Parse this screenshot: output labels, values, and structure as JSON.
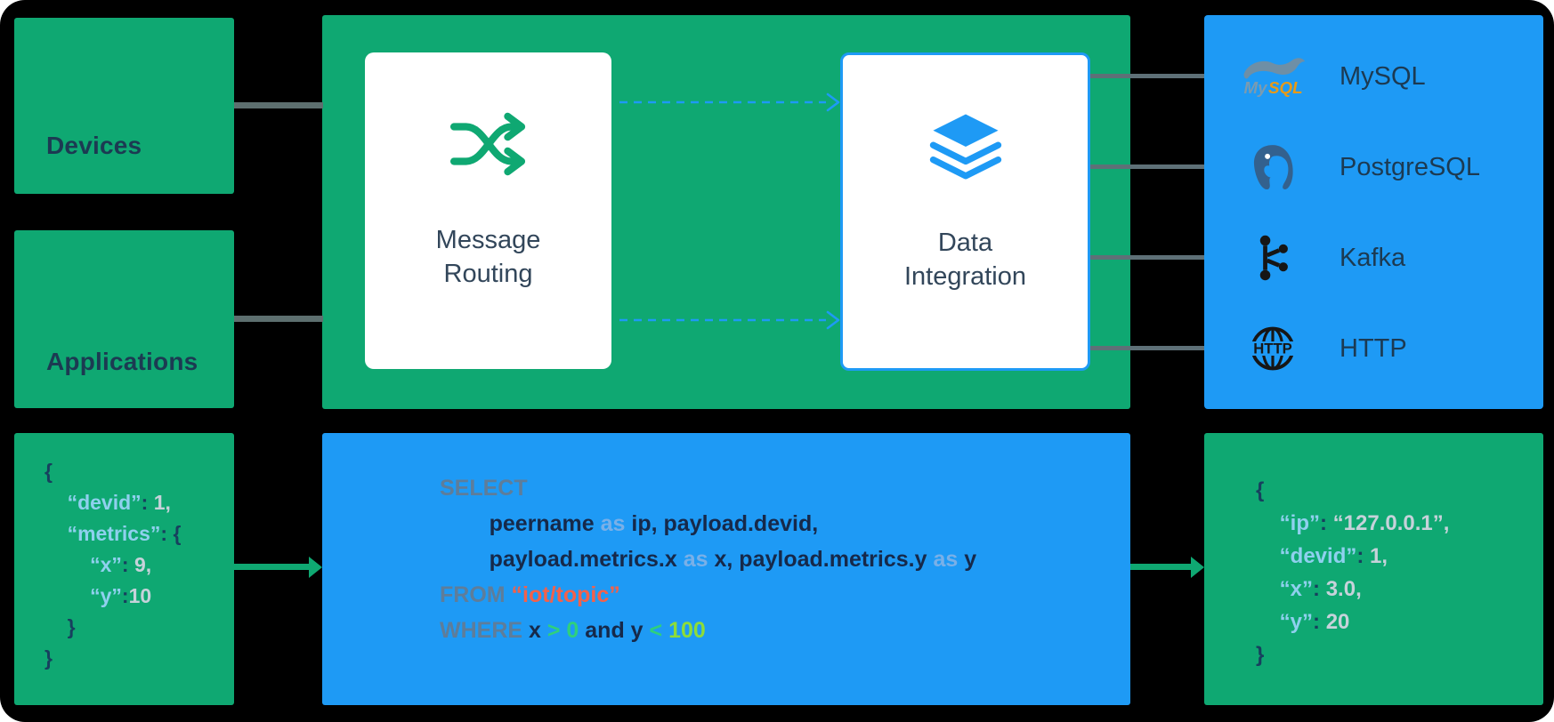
{
  "boxes": {
    "devices": "Devices",
    "applications": "Applications",
    "message_routing": "Message Routing",
    "data_integration": "Data Integration"
  },
  "sinks": [
    {
      "label": "MySQL",
      "icon": "mysql-icon"
    },
    {
      "label": "PostgreSQL",
      "icon": "postgresql-icon"
    },
    {
      "label": "Kafka",
      "icon": "kafka-icon"
    },
    {
      "label": "HTTP",
      "icon": "http-icon"
    }
  ],
  "icons": {
    "message_routing": "shuffle-icon",
    "data_integration": "layers-icon"
  },
  "input_json": {
    "lines": [
      [
        [
          "p",
          "{"
        ]
      ],
      [
        [
          "w",
          "    "
        ],
        [
          "k",
          "“devid”"
        ],
        [
          "p",
          ": "
        ],
        [
          "v",
          "1,"
        ]
      ],
      [
        [
          "w",
          "    "
        ],
        [
          "k",
          "“metrics”"
        ],
        [
          "p",
          ": {"
        ]
      ],
      [
        [
          "w",
          "        "
        ],
        [
          "k",
          "“x”"
        ],
        [
          "p",
          ": "
        ],
        [
          "v",
          "9,"
        ]
      ],
      [
        [
          "w",
          "        "
        ],
        [
          "k",
          "“y”"
        ],
        [
          "p",
          ":"
        ],
        [
          "v",
          "10"
        ]
      ],
      [
        [
          "w",
          "    "
        ],
        [
          "p",
          "}"
        ]
      ],
      [
        [
          "p",
          "}"
        ]
      ]
    ]
  },
  "sql": {
    "lines": [
      [
        [
          "kw",
          "SELECT"
        ]
      ],
      [
        [
          "w",
          "        "
        ],
        [
          "id",
          "peername"
        ],
        [
          "as",
          " as "
        ],
        [
          "id",
          "ip, payload.devid,"
        ]
      ],
      [
        [
          "w",
          "        "
        ],
        [
          "id",
          "payload.metrics.x"
        ],
        [
          "as",
          " as "
        ],
        [
          "id",
          "x, payload.metrics.y"
        ],
        [
          "as",
          " as "
        ],
        [
          "id",
          "y"
        ]
      ],
      [
        [
          "kw",
          "FROM"
        ],
        [
          "str",
          " “iot/topic”"
        ]
      ],
      [
        [
          "kw",
          "WHERE"
        ],
        [
          "id",
          " x "
        ],
        [
          "op",
          ">"
        ],
        [
          "num",
          " 0 "
        ],
        [
          "id",
          "and y "
        ],
        [
          "op",
          "<"
        ],
        [
          "num2",
          " 100"
        ]
      ]
    ]
  },
  "output_json": {
    "lines": [
      [
        [
          "p",
          "{"
        ]
      ],
      [
        [
          "w",
          "    "
        ],
        [
          "k",
          "“ip”"
        ],
        [
          "p",
          ": "
        ],
        [
          "v",
          "“127.0.0.1”,"
        ]
      ],
      [
        [
          "w",
          "    "
        ],
        [
          "k",
          "“devid”"
        ],
        [
          "p",
          ": "
        ],
        [
          "v",
          "1,"
        ]
      ],
      [
        [
          "w",
          "    "
        ],
        [
          "k",
          "“x”"
        ],
        [
          "p",
          ": "
        ],
        [
          "v",
          "3.0,"
        ]
      ],
      [
        [
          "w",
          "    "
        ],
        [
          "k",
          "“y”"
        ],
        [
          "p",
          ": "
        ],
        [
          "v",
          "20"
        ]
      ],
      [
        [
          "p",
          "}"
        ]
      ]
    ]
  },
  "colors": {
    "green": "#0FA872",
    "blue": "#1E9AF5",
    "label": "#1C3A52",
    "connector": "#5D6F6F",
    "code_key": "#8FD0EE",
    "code_value": "#C6D2DA",
    "code_punct": "#17405E",
    "sql_keyword": "#5E7D9A",
    "sql_ident": "#16294A",
    "sql_as": "#79B0E8",
    "sql_string": "#F2614B",
    "sql_number": "#2FD07C",
    "sql_number_alt": "#8DDC3A"
  }
}
